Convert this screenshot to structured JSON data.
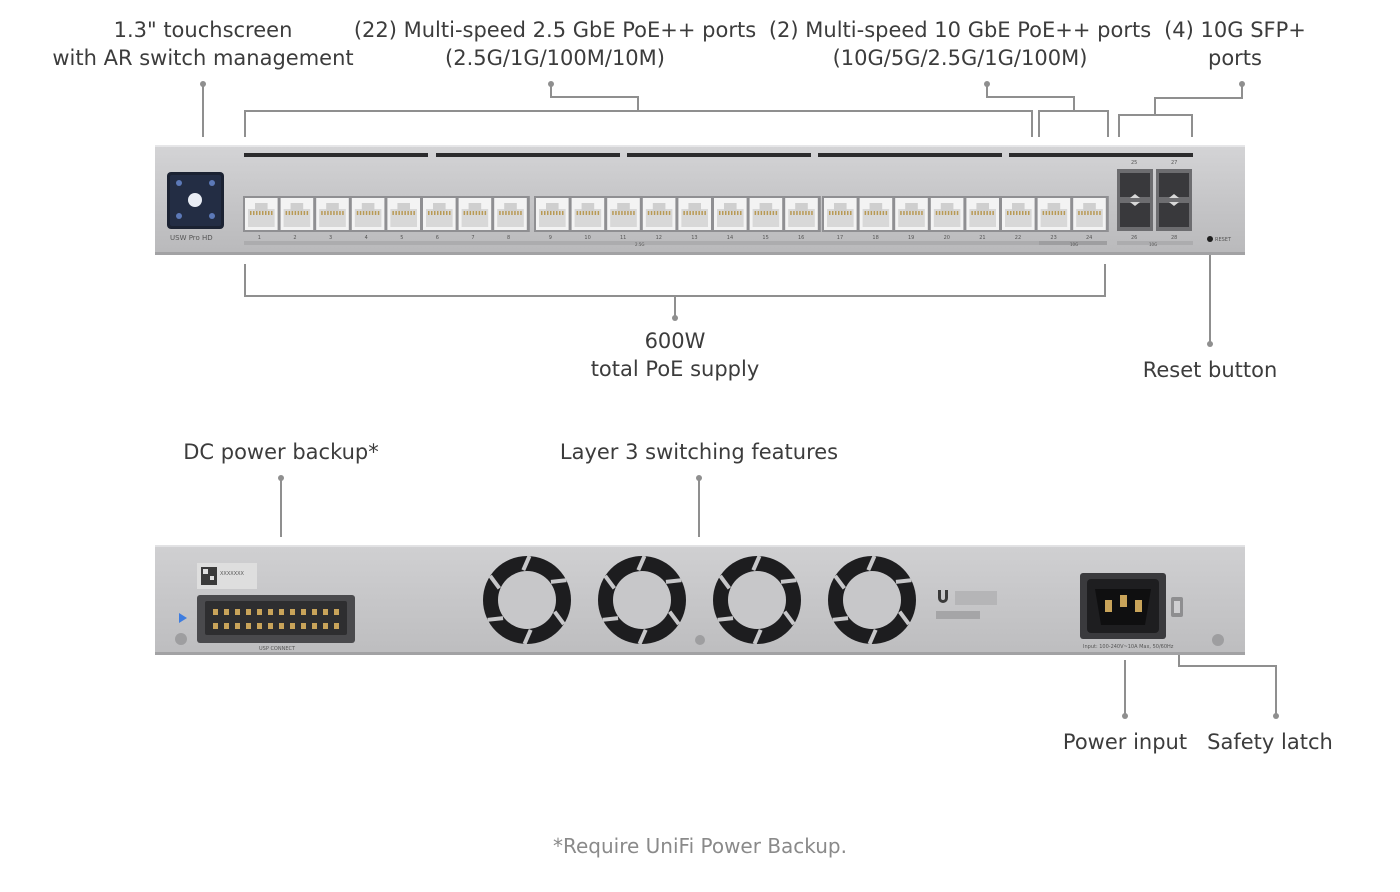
{
  "callouts": {
    "touchscreen": {
      "line1": "1.3\" touchscreen",
      "line2": "with AR switch management"
    },
    "ports_25g": {
      "line1": "(22) Multi-speed 2.5 GbE PoE++ ports",
      "line2": "(2.5G/1G/100M/10M)"
    },
    "ports_10g": {
      "line1": "(2) Multi-speed 10 GbE PoE++ ports",
      "line2": "(10G/5G/2.5G/1G/100M)"
    },
    "sfp": {
      "line1": "(4) 10G SFP+",
      "line2": "ports"
    },
    "poe": {
      "line1": "600W",
      "line2": "total PoE supply"
    },
    "reset": {
      "line1": "Reset button"
    },
    "dc_backup": {
      "line1": "DC power backup*"
    },
    "layer3": {
      "line1": "Layer 3 switching features"
    },
    "power_input": {
      "line1": "Power input"
    },
    "safety_latch": {
      "line1": "Safety latch"
    }
  },
  "device": {
    "model_label": "USW Pro HD",
    "reset_label": "RESET",
    "port_numbers": [
      "1",
      "2",
      "3",
      "4",
      "5",
      "6",
      "7",
      "8",
      "9",
      "10",
      "11",
      "12",
      "13",
      "14",
      "15",
      "16",
      "17",
      "18",
      "19",
      "20",
      "21",
      "22",
      "23",
      "24"
    ],
    "sfp_numbers": [
      "25",
      "27",
      "26",
      "28"
    ],
    "group_label_25g": "2.5G",
    "group_label_10g": "10G",
    "group_label_sfp": "10G",
    "usp_label": "USP CONNECT",
    "psu_label": "Input: 100-240V~10A Max, 50/60Hz",
    "serial_placeholder": "XXXXXXX"
  },
  "footnote": "*Require UniFi Power Backup.",
  "colors": {
    "chassis": "#c9c9cb",
    "chassis_edge": "#a9a9ab",
    "leader": "#8f8f8f",
    "text": "#3c3c3c",
    "note": "#8a8a8a"
  }
}
